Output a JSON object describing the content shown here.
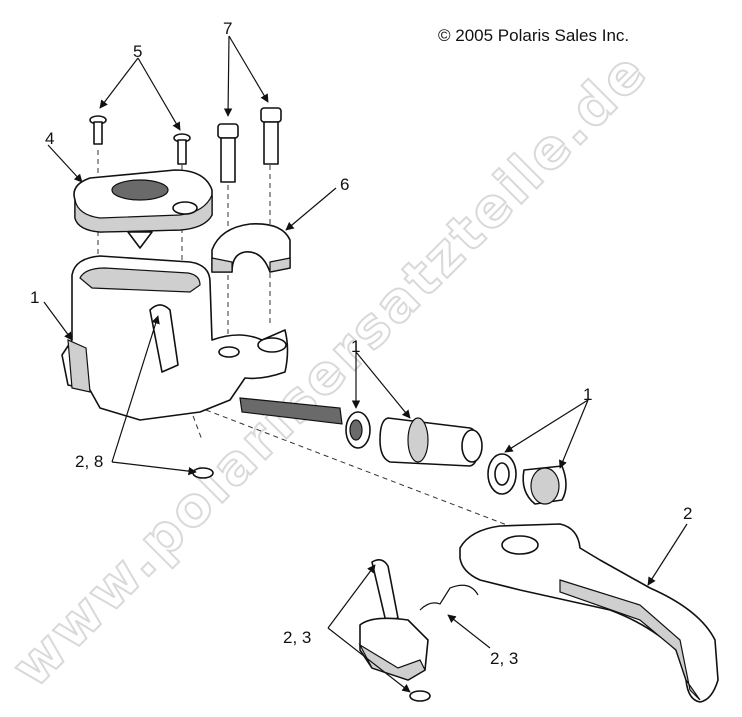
{
  "copyright": "© 2005 Polaris Sales Inc.",
  "watermark": "www.polarisersatzteile.de",
  "callouts": {
    "c1_left": "1",
    "c1_mid": "1",
    "c1_right": "1",
    "c2_lever": "2",
    "c28": "2, 8",
    "c23_left": "2, 3",
    "c23_right": "2, 3",
    "c4": "4",
    "c5": "5",
    "c6": "6",
    "c7": "7"
  }
}
